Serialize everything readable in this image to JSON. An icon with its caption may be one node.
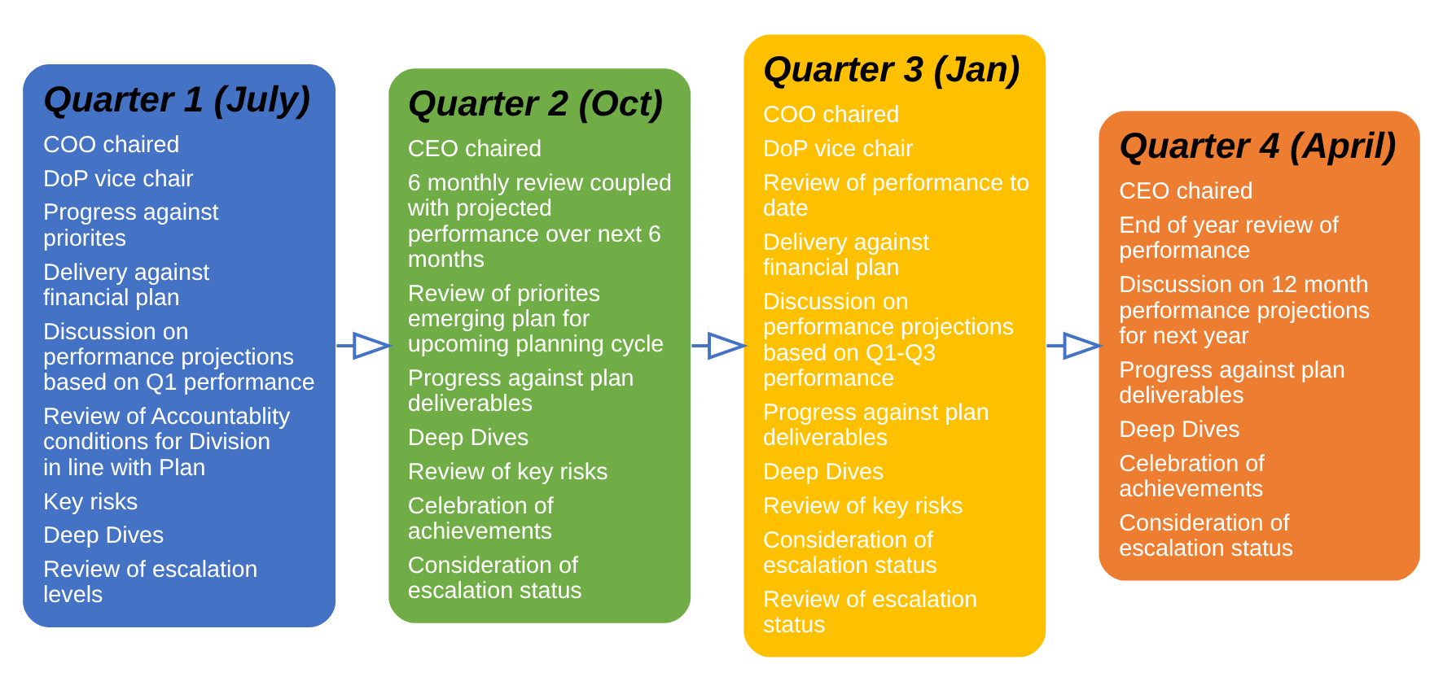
{
  "diagram": {
    "nodes": [
      {
        "text": [
          "Quarter 1 (July)",
          "COO chaired",
          "DoP vice chair",
          "Progress against priorites",
          "Delivery against financial plan",
          "Discussion on performance projections based on Q1 performance",
          "Review of Accountablity conditions for Division in line with Plan",
          "Key risks",
          "Deep Dives",
          "Review of escalation levels"
        ]
      },
      {
        "text": [
          "Quarter 2 (Oct)",
          "CEO chaired",
          "6 monthly review coupled with projected performance over next 6 months",
          "Review of priorites emerging plan for upcoming planning cycle",
          "Progress against plan deliverables",
          "Deep Dives",
          "Review of key risks",
          "Celebration of achievements",
          "Consideration of escalation status"
        ]
      },
      {
        "text": [
          "Quarter 3 (Jan)",
          "COO chaired",
          "DoP vice chair",
          "Review of performance to date",
          "Delivery against financial plan",
          "Discussion on performance projections based on Q1-Q3 performance",
          "Progress against plan deliverables",
          "Deep Dives",
          "Review of key risks",
          "Consideration of escalation status",
          "Review of escalation status"
        ]
      },
      {
        "text": [
          "Quarter 4 (April)",
          "CEO chaired",
          "End of year review of performance",
          "Discussion on 12 month performance projections for next year",
          "Progress against plan deliverables",
          "Deep Dives",
          "Celebration of achievements",
          "Consideration of escalation status"
        ]
      }
    ],
    "edges": [
      {
        "from": 0,
        "to": 1,
        "arrow": "to"
      },
      {
        "from": 1,
        "to": 2,
        "arrow": "to"
      },
      {
        "from": 2,
        "to": 3,
        "arrow": "to"
      }
    ]
  }
}
